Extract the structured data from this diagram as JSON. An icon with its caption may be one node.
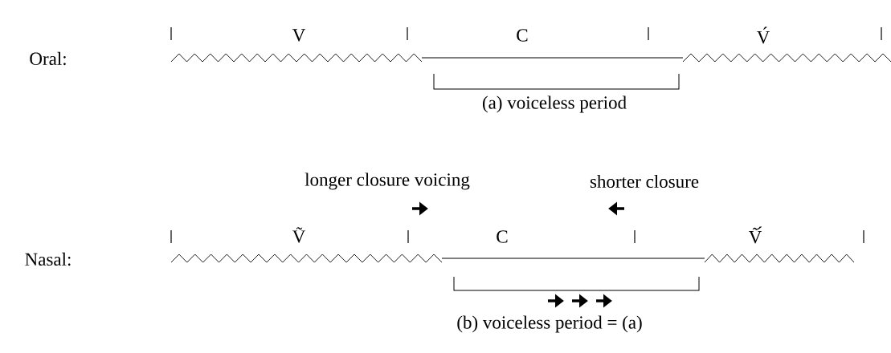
{
  "diagram": {
    "labels": [
      "V",
      "C",
      "V́",
      "Oral:",
      "(a) voiceless period",
      "longer closure voicing",
      "shorter closure",
      "Ṽ",
      "C",
      "Ṽ́",
      "Nasal:",
      "(b) voiceless period = (a)"
    ]
  }
}
